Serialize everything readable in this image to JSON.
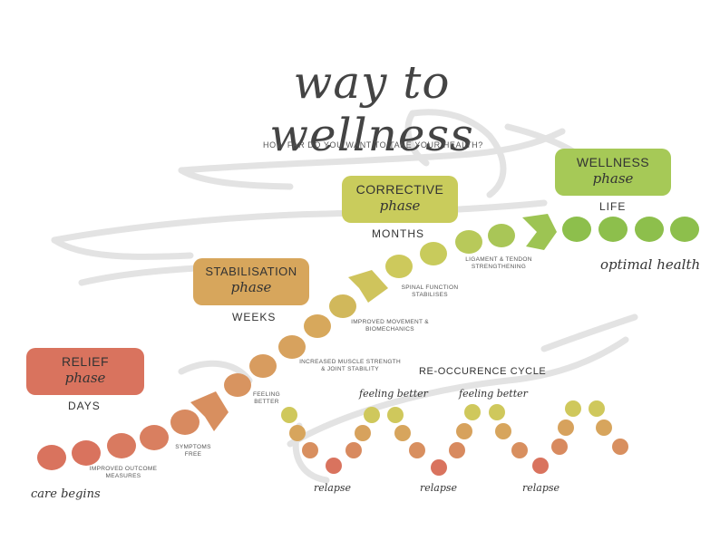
{
  "title": "way to wellness",
  "subtitle": "HOW FAR DO YOU WANT TO TAKE YOUR HEALTH?",
  "phases": [
    {
      "name": "RELIEF",
      "word": "phase",
      "duration": "DAYS",
      "color": "#d9735e"
    },
    {
      "name": "STABILISATION",
      "word": "phase",
      "duration": "WEEKS",
      "color": "#d7a65c"
    },
    {
      "name": "CORRECTIVE",
      "word": "phase",
      "duration": "MONTHS",
      "color": "#c9cc5c"
    },
    {
      "name": "WELLNESS",
      "word": "phase",
      "duration": "LIFE",
      "color": "#a6c957"
    }
  ],
  "milestones": {
    "improved": "IMPROVED OUTCOME MEASURES",
    "symptoms": "SYMPTOMS FREE",
    "feeling": "FEELING BETTER",
    "muscle": "INCREASED MUSCLE STRENGTH & JOINT STABILITY",
    "movement": "IMPROVED MOVEMENT & BIOMECHANICS",
    "spinal": "SPINAL FUNCTION STABILISES",
    "ligament": "LIGAMENT & TENDON STRENGTHENING"
  },
  "start_label": "care begins",
  "end_label": "optimal health",
  "cycle": {
    "title": "RE-OCCURENCE CYCLE",
    "feeling_label": "feeling better",
    "relapse_label": "relapse"
  },
  "colors": {
    "red": "#d9735e",
    "orange": "#d78f5e",
    "amber": "#d7a65c",
    "yellow": "#c9cc5c",
    "green": "#8dbf4c",
    "outline": "#e1e1e1"
  }
}
